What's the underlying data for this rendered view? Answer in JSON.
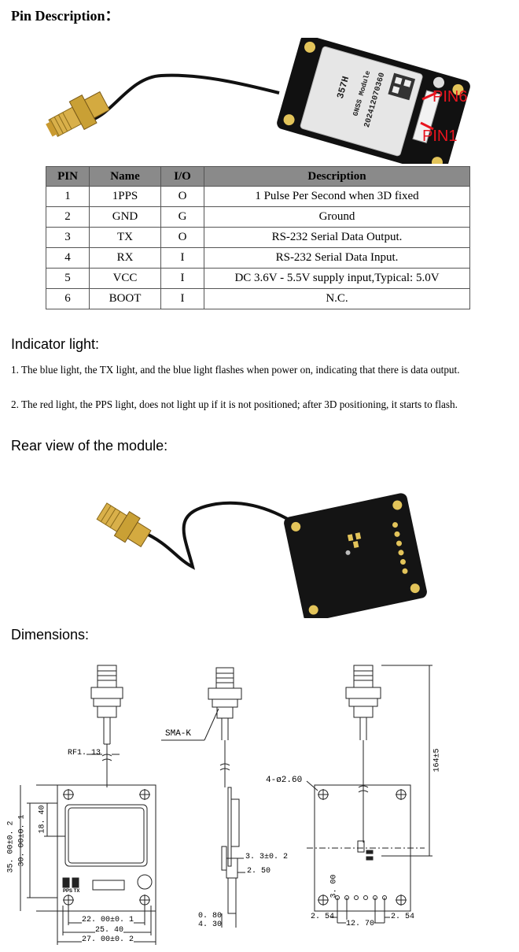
{
  "headings": {
    "pin_description": "Pin Description：",
    "indicator_light": "Indicator light:",
    "rear_view": "Rear view of the module:",
    "dimensions": "Dimensions:"
  },
  "module_photo": {
    "pin6_label": "PIN6",
    "pin1_label": "PIN1",
    "model_text": "357H",
    "module_text": "GNSS Module",
    "serial_text": "202412070360"
  },
  "pin_table": {
    "headers": [
      "PIN",
      "Name",
      "I/O",
      "Description"
    ],
    "rows": [
      [
        "1",
        "1PPS",
        "O",
        "1 Pulse Per Second when 3D fixed"
      ],
      [
        "2",
        "GND",
        "G",
        "Ground"
      ],
      [
        "3",
        "TX",
        "O",
        "RS-232 Serial Data Output."
      ],
      [
        "4",
        "RX",
        "I",
        "RS-232 Serial Data Input."
      ],
      [
        "5",
        "VCC",
        "I",
        "DC 3.6V - 5.5V supply input,Typical: 5.0V"
      ],
      [
        "6",
        "BOOT",
        "I",
        "N.C."
      ]
    ]
  },
  "indicator_text": {
    "line1": "1. The blue light, the TX light, and the blue light flashes when power on, indicating that there is data output.",
    "line2": "2. The red light, the PPS light, does not light up if it is not positioned; after 3D positioning, it starts to flash."
  },
  "dimensions": {
    "rf_label": "RF1. 13",
    "sma_label": "SMA-K",
    "hole_label": "4-ø2.60",
    "h35": "35. 00±0. 2",
    "h30": "30. 00±0. 1",
    "h18": "18. 40",
    "w22": "22. 00±0. 1",
    "w25": "25. 40",
    "w27": "27. 00±0. 2",
    "t33": "3. 3±0. 2",
    "t250": "2. 50",
    "t080": "0. 80",
    "t430": "4. 30",
    "len164": "164±5",
    "p300": "3. 00",
    "p254a": "2. 54",
    "p254b": "2. 54",
    "p1270": "12. 70",
    "pps_tx": "PPS TX"
  },
  "colors": {
    "table_header": "#8a8a8a",
    "pin_label_red": "#e8141e",
    "board_black": "#111111",
    "gold": "#c9a035"
  }
}
